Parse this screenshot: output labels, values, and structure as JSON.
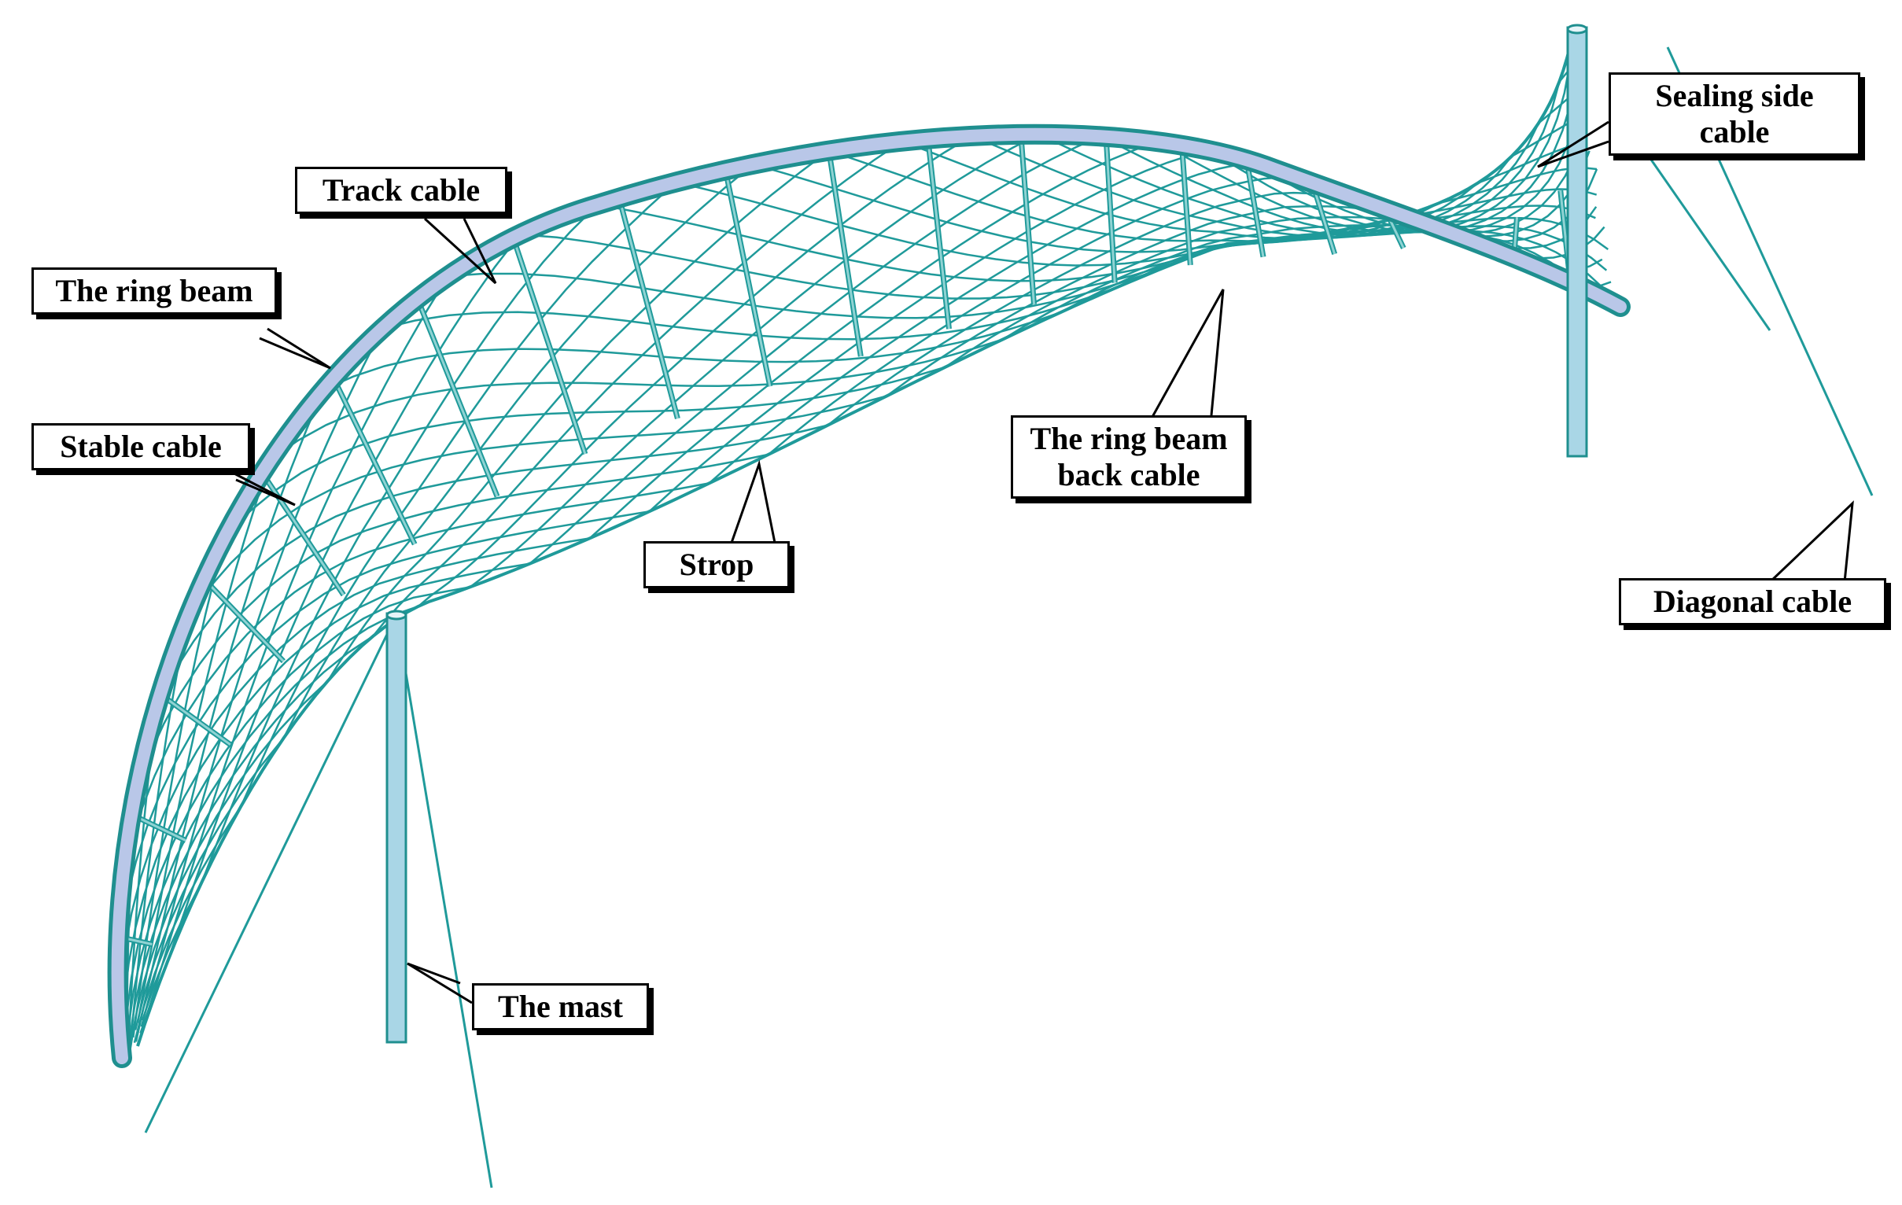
{
  "colors": {
    "structure": "#1f9a9a",
    "structure_light": "#8fd3d3",
    "beam_fill": "#b9c7e8",
    "beam_edge": "#1f8f8f",
    "mast_fill": "#a9d6e6",
    "callout_border": "#000000",
    "background": "#ffffff"
  },
  "labels": {
    "track_cable": "Track cable",
    "ring_beam": "The ring beam",
    "stable_cable": "Stable cable",
    "strop": "Strop",
    "ring_beam_back_cable_1": "The ring beam",
    "ring_beam_back_cable_2": "back cable",
    "sealing_side_cable_1": "Sealing side",
    "sealing_side_cable_2": "cable",
    "diagonal_cable": "Diagonal  cable",
    "mast": "The mast"
  }
}
